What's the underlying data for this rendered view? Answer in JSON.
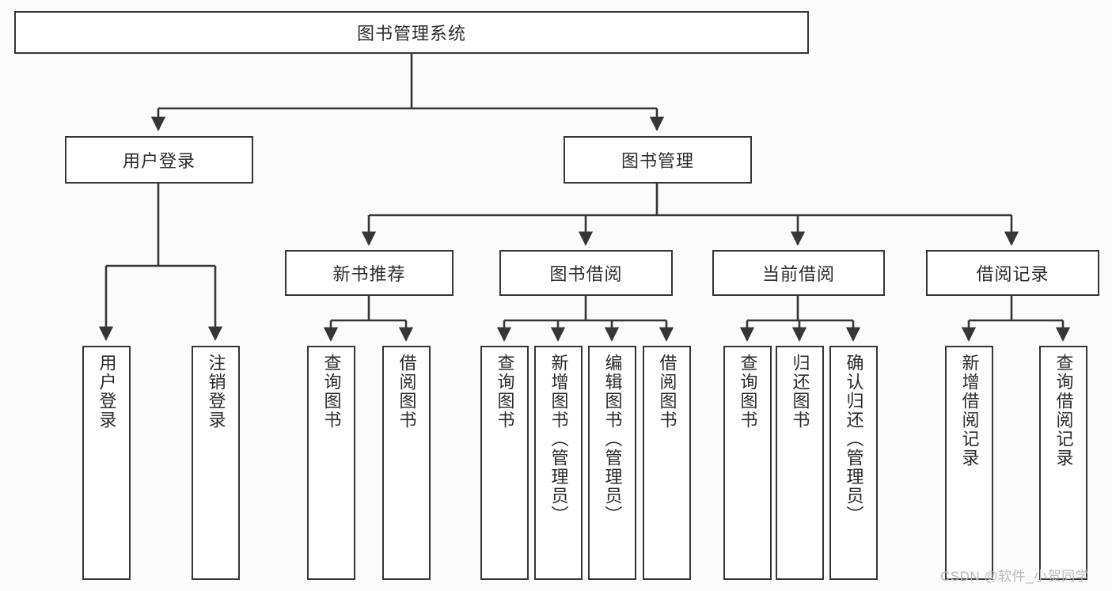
{
  "diagram": {
    "title": "图书管理系统",
    "type": "tree-hierarchy-diagram",
    "root": {
      "label": "图书管理系统"
    },
    "level1": [
      {
        "label": "用户登录"
      },
      {
        "label": "图书管理"
      }
    ],
    "level2": [
      {
        "label": "新书推荐",
        "parent": "图书管理"
      },
      {
        "label": "图书借阅",
        "parent": "图书管理"
      },
      {
        "label": "当前借阅",
        "parent": "图书管理"
      },
      {
        "label": "借阅记录",
        "parent": "图书管理"
      }
    ],
    "leaves": {
      "user_login": [
        {
          "label": "用户登录"
        },
        {
          "label": "注销登录"
        }
      ],
      "new_book_recommend": [
        {
          "label": "查询图书"
        },
        {
          "label": "借阅图书"
        }
      ],
      "book_borrow": [
        {
          "label": "查询图书"
        },
        {
          "label": "新增图书（管理员）"
        },
        {
          "label": "编辑图书（管理员）"
        },
        {
          "label": "借阅图书"
        }
      ],
      "current_borrow": [
        {
          "label": "查询图书"
        },
        {
          "label": "归还图书"
        },
        {
          "label": "确认归还（管理员）"
        }
      ],
      "borrow_record": [
        {
          "label": "新增借阅记录"
        },
        {
          "label": "查询借阅记录"
        }
      ]
    }
  },
  "watermark": {
    "text": "CSDN @软件_小贺同学"
  },
  "colors": {
    "border": "#363636",
    "box_fill": "#ffffff",
    "text": "#2b2b2b",
    "background": "#fbfbfb",
    "watermark": "#b9b9b9"
  }
}
